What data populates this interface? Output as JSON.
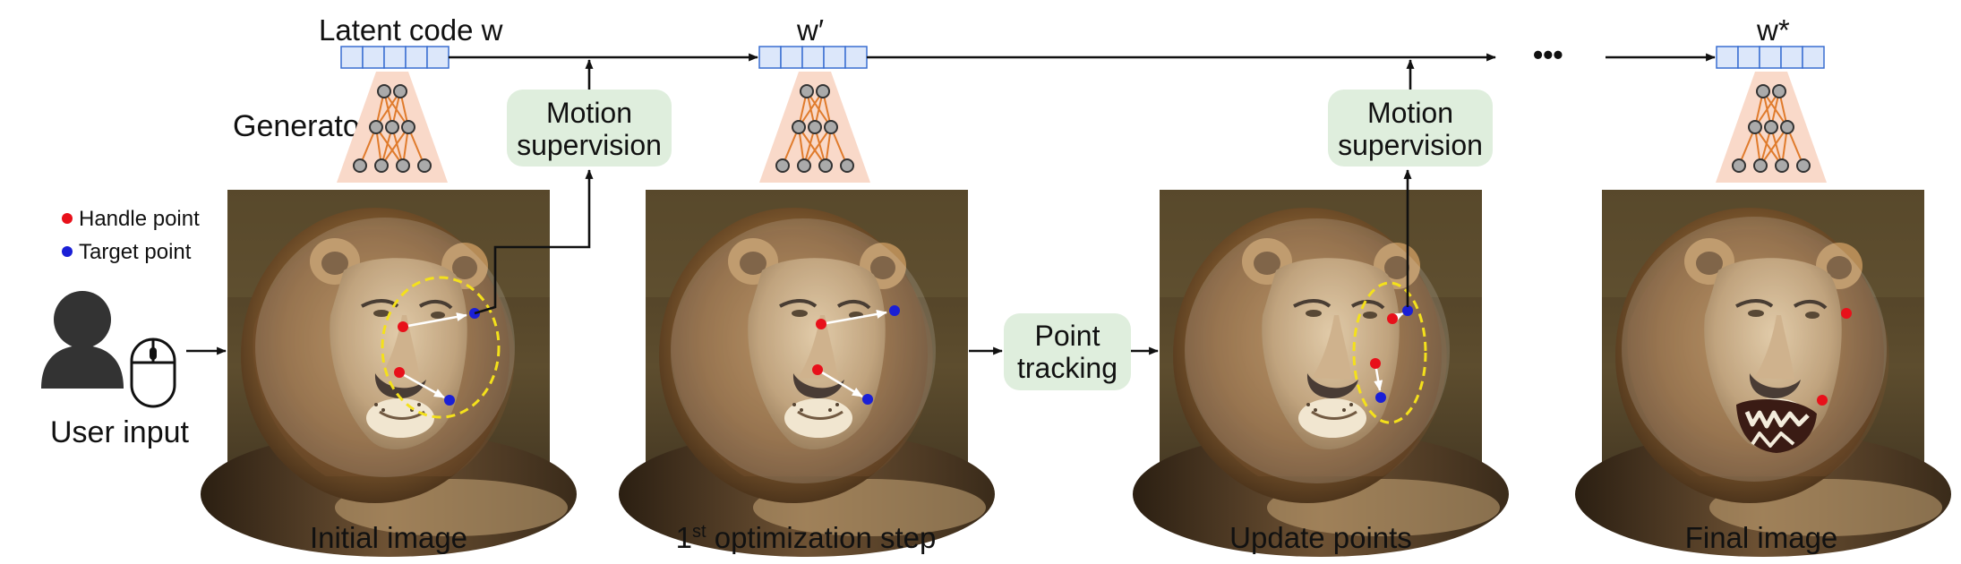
{
  "top": {
    "latent_label": "Latent code w",
    "w_prime": "w′",
    "w_star": "w*",
    "ellipsis": "•••"
  },
  "generator_label": "Generator",
  "legend": {
    "handle": "Handle point",
    "target": "Target point"
  },
  "user_input": "User input",
  "boxes": {
    "motion1": [
      "Motion",
      "supervision"
    ],
    "motion2": [
      "Motion",
      "supervision"
    ],
    "tracking": [
      "Point",
      "tracking"
    ]
  },
  "captions": {
    "initial": "Initial image",
    "step_num": "1",
    "step_sup": "st",
    "step_rest": " optimization step",
    "update": "Update points",
    "final": "Final image"
  },
  "colors": {
    "handle": "#e8101a",
    "target": "#1a1fd6",
    "box_fill": "#dfeedd",
    "generator_fill": "#f9d9c9",
    "generator_edge": "#e07b2c",
    "latent_cell": "#dce7fa",
    "latent_stroke": "#3a6fd1",
    "ellipse": "#f4e11b"
  },
  "icons": {
    "user": "user-silhouette-icon",
    "mouse": "computer-mouse-icon",
    "generator": "neural-network-icon"
  }
}
